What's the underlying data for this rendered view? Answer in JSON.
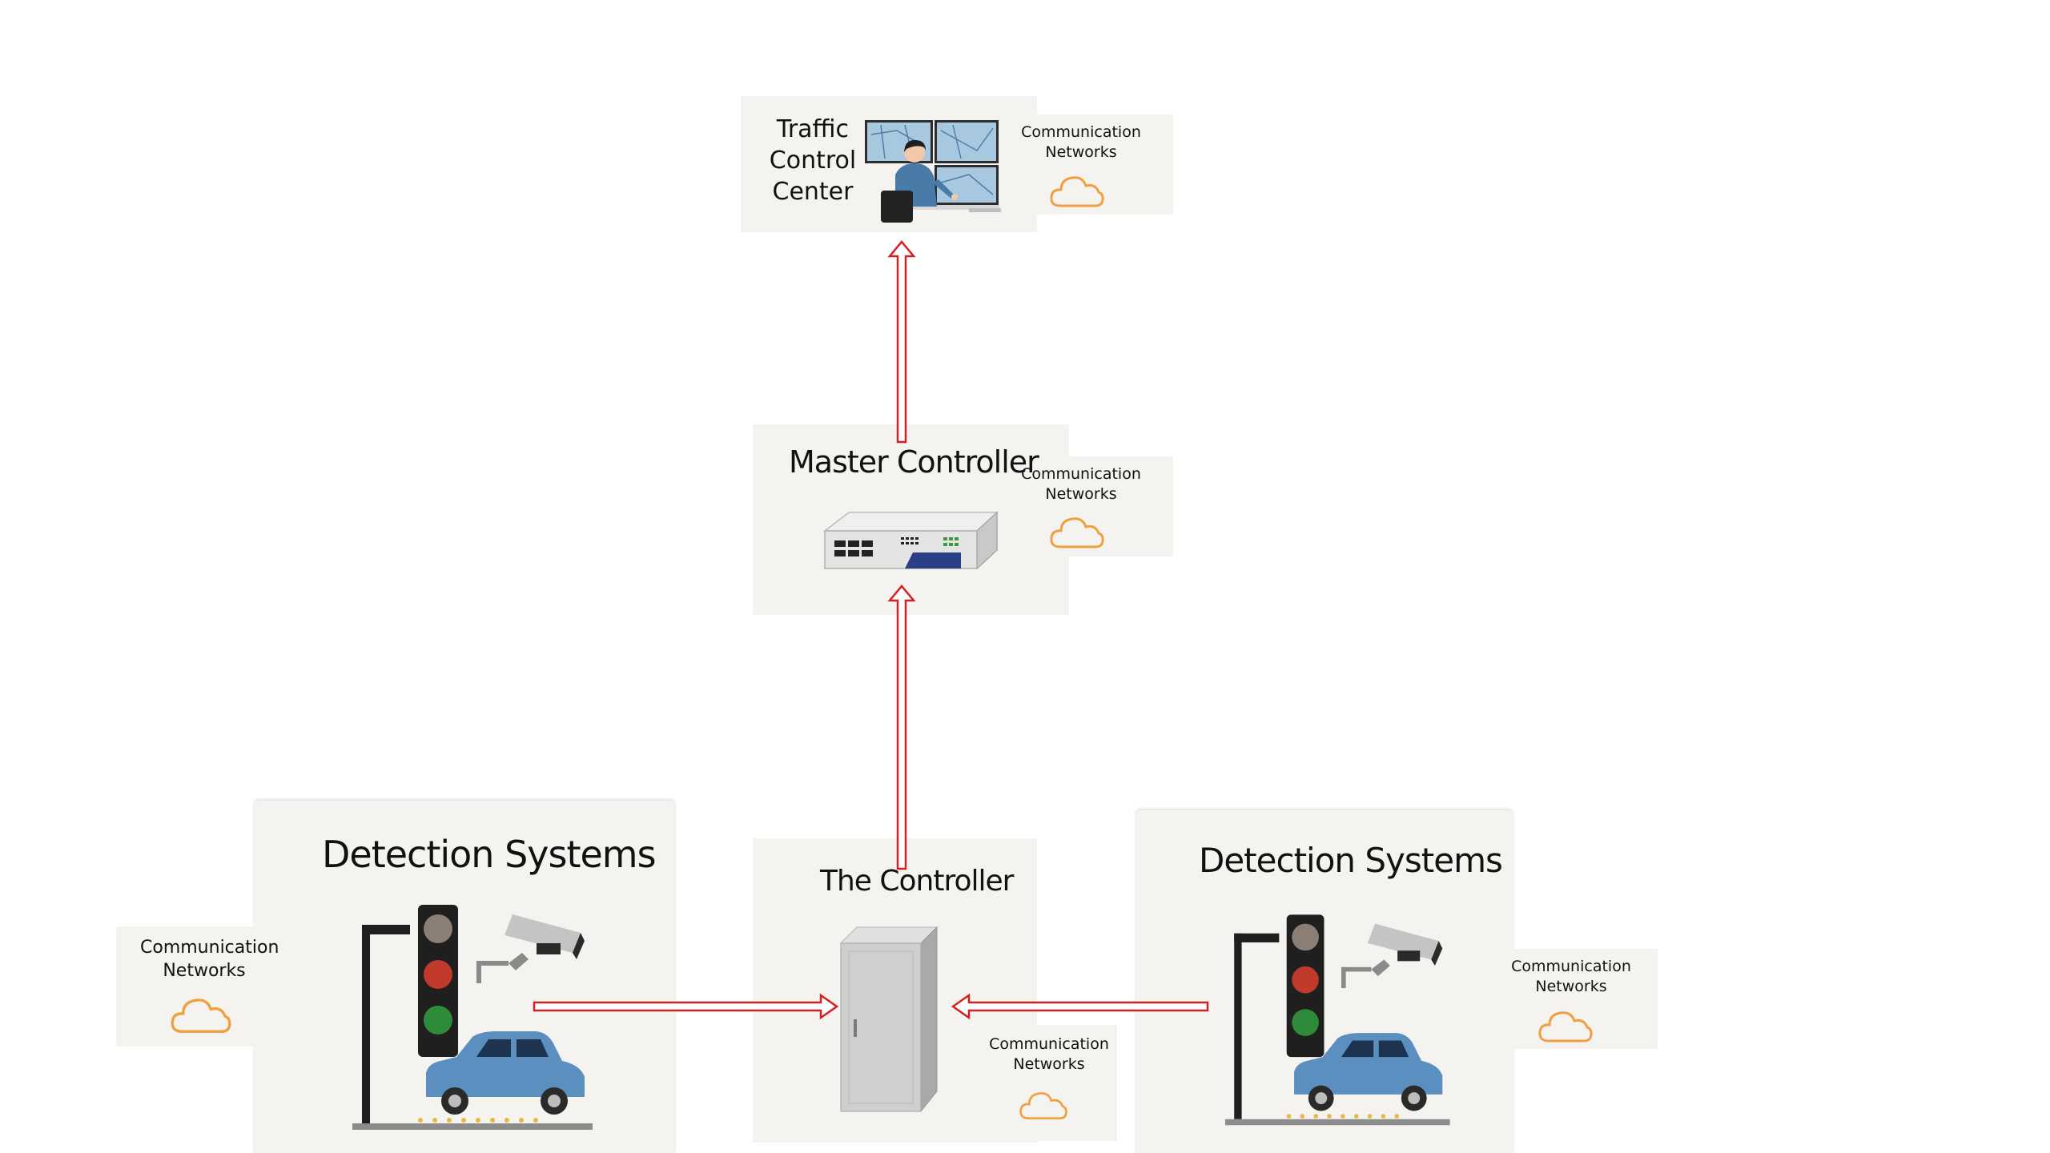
{
  "nodes": {
    "traffic_control_center": {
      "title_lines": [
        "Traffic",
        "Control",
        "Center"
      ]
    },
    "master_controller": {
      "title": "Master Controller"
    },
    "the_controller": {
      "title": "The Controller"
    },
    "detection_left": {
      "title": "Detection Systems"
    },
    "detection_right": {
      "title": "Detection Systems"
    }
  },
  "network_label": "Communication\nNetworks",
  "icons": {
    "operator": "operator-at-monitors-icon",
    "switch": "network-switch-icon",
    "cabinet": "controller-cabinet-icon",
    "traffic_light": "traffic-light-icon",
    "camera": "security-camera-icon",
    "car": "car-icon",
    "cloud": "cloud-icon"
  },
  "colors": {
    "arrow": "#d42020",
    "cloud": "#f0a040",
    "panel": "#f5f3f0",
    "car": "#5b8fc0",
    "light_red": "#c0392b",
    "light_green": "#2e8b3a"
  }
}
